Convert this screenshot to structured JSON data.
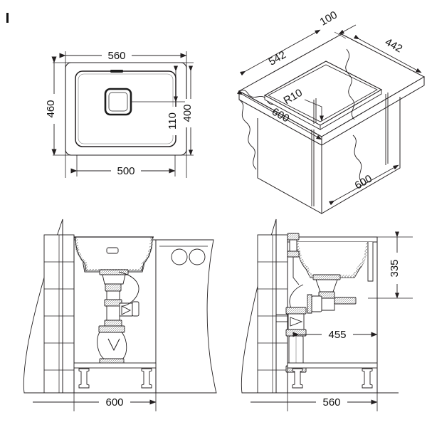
{
  "drawing": {
    "title": "Undermount kitchen sink installation drawing",
    "units": "mm",
    "line_color": "#231f20",
    "accent_color": "#4d4d4d",
    "corner_mark": "|"
  },
  "views": {
    "plan": {
      "name": "plan-view",
      "dimensions": {
        "outer_width": "560",
        "inner_width": "500",
        "outer_height": "460",
        "inner_height": "400",
        "drain_offset": "110"
      },
      "features": {
        "drain": "square-drain",
        "overflow": "overflow-slot"
      }
    },
    "isometric": {
      "name": "isometric-cutout-view",
      "dimensions": {
        "edge_offset": "100",
        "cutout_width_right": "442",
        "cutout_width_left": "542",
        "worktop_depth": "600",
        "cabinet_depth": "600",
        "corner_radius": "R10"
      }
    },
    "front_elevation": {
      "name": "front-elevation-view",
      "dimensions": {
        "cabinet_width": "600"
      },
      "features": {
        "wall": "tiled-wall",
        "trap": "p-trap-assembly",
        "stub_outs": "pipe-stub-outs",
        "legs": "adjustable-legs"
      }
    },
    "side_elevation": {
      "name": "side-elevation-view",
      "dimensions": {
        "sink_height": "335",
        "trap_offset": "455",
        "cabinet_depth": "560"
      },
      "features": {
        "wall": "tiled-wall",
        "trap": "p-trap-assembly",
        "legs": "adjustable-legs"
      }
    }
  }
}
